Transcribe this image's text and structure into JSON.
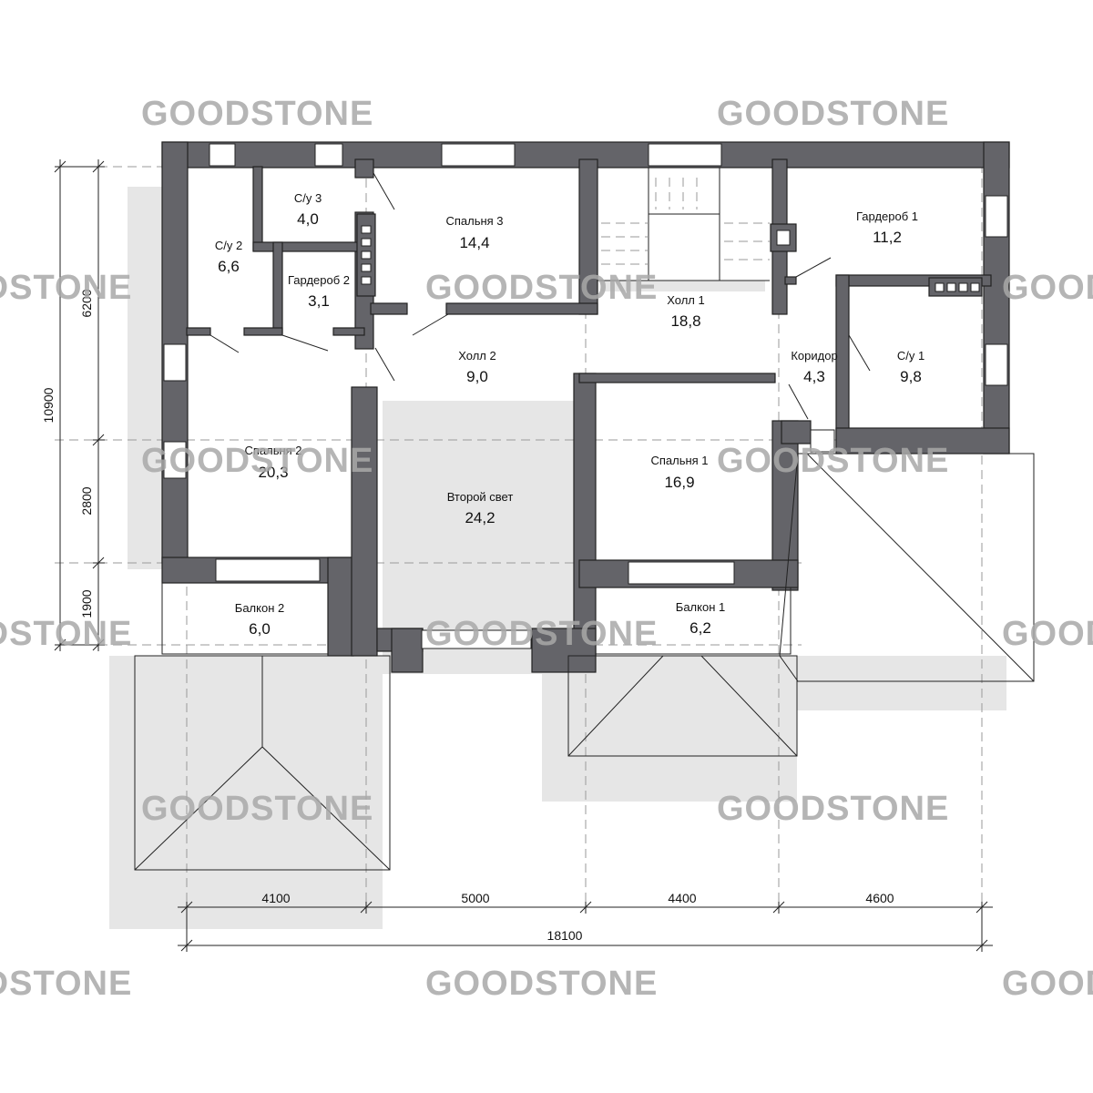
{
  "watermark": "GOODSTONE",
  "rooms": {
    "su3": {
      "name": "С/у 3",
      "area": "4,0"
    },
    "su2": {
      "name": "С/у 2",
      "area": "6,6"
    },
    "garderob2": {
      "name": "Гардероб 2",
      "area": "3,1"
    },
    "spalnya3": {
      "name": "Спальня 3",
      "area": "14,4"
    },
    "holl1": {
      "name": "Холл 1",
      "area": "18,8"
    },
    "garderob1": {
      "name": "Гардероб 1",
      "area": "11,2"
    },
    "holl2": {
      "name": "Холл 2",
      "area": "9,0"
    },
    "koridor": {
      "name": "Коридор",
      "area": "4,3"
    },
    "su1": {
      "name": "С/у 1",
      "area": "9,8"
    },
    "spalnya2": {
      "name": "Спальня 2",
      "area": "20,3"
    },
    "vtoroy_svet": {
      "name": "Второй свет",
      "area": "24,2"
    },
    "spalnya1": {
      "name": "Спальня 1",
      "area": "16,9"
    },
    "balkon2": {
      "name": "Балкон 2",
      "area": "6,0"
    },
    "balkon1": {
      "name": "Балкон 1",
      "area": "6,2"
    }
  },
  "dimensions": {
    "bottom": [
      "4100",
      "5000",
      "4400",
      "4600"
    ],
    "total_width": "18100",
    "left": [
      "6200",
      "2800",
      "1900"
    ],
    "total_height": "10900"
  }
}
